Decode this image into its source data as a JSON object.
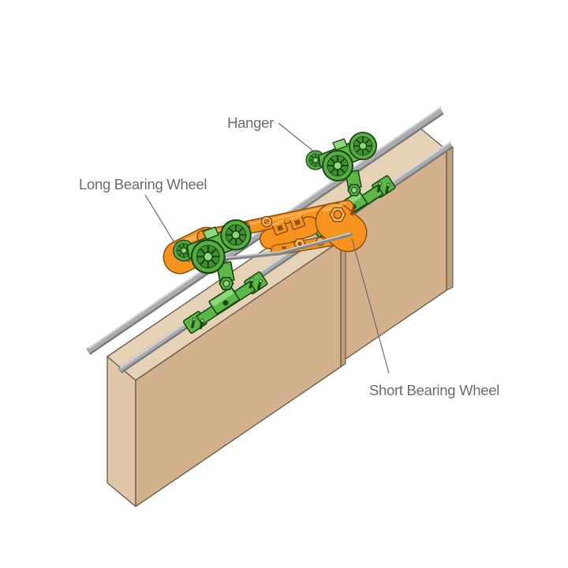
{
  "diagram": {
    "labels": {
      "hanger": "Hanger",
      "long_bearing_wheel": "Long Bearing Wheel",
      "short_bearing_wheel": "Short Bearing Wheel"
    }
  },
  "colors": {
    "background": "#FFFFFF",
    "label": "#6B6C6E",
    "green": "#5BB748",
    "green_mid": "#54AC43",
    "green_shade": "#3F9233",
    "green_light": "#8FD87B",
    "green_dark": "#1C4514",
    "orange": "#F6921E",
    "orange_light": "#FBB45C",
    "orange_dark": "#8A4E0F",
    "rail": "#A9ACAF",
    "rail_light": "#D2D4D6",
    "rail_dark": "#76797C",
    "rod": "#85888B",
    "door_front": "#D2B18C",
    "door_top": "#E6D2B6",
    "door_side": "#DFC6A6",
    "door_end": "#BFA07C",
    "door_outline": "#6F5F4E"
  }
}
